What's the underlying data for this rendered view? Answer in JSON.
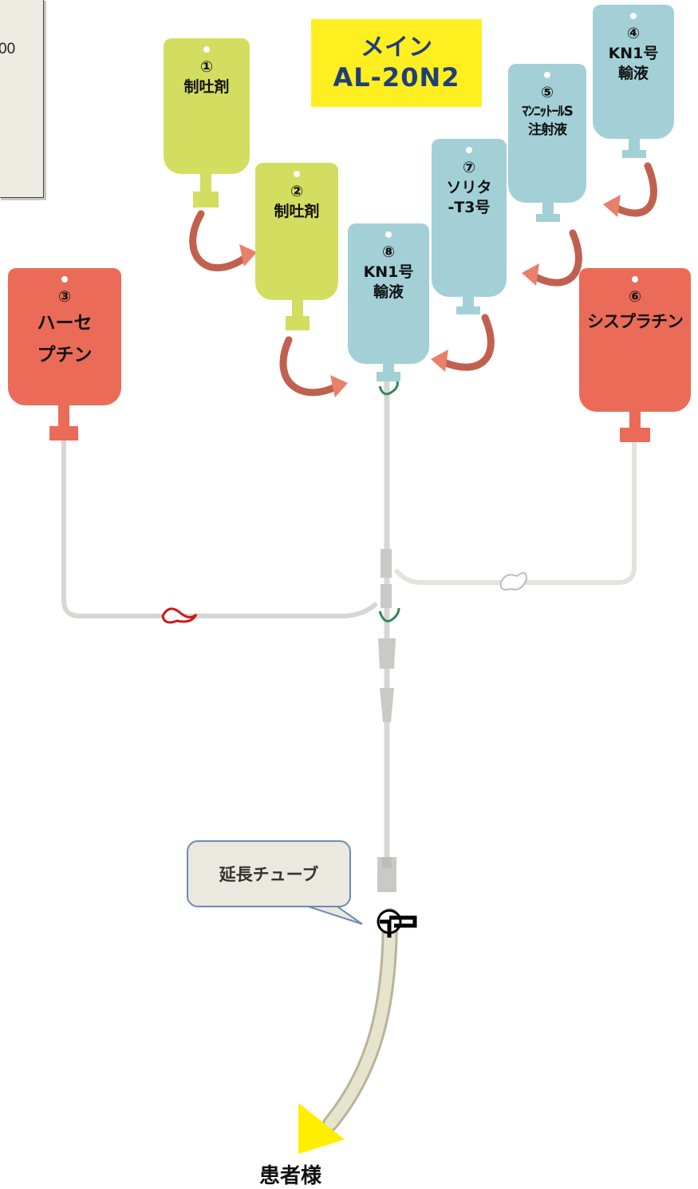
{
  "note_fragment": "00",
  "main_label": {
    "line1": "メイン",
    "line2": "AL-20N2"
  },
  "bags": [
    {
      "num": "①",
      "name": "制吐剤"
    },
    {
      "num": "②",
      "name": "制吐剤"
    },
    {
      "num": "③",
      "name": "ハーセ\nプチン"
    },
    {
      "num": "④",
      "name": "KN1号\n輸液"
    },
    {
      "num": "⑤",
      "name": "ﾏﾝﾆｯﾄｰﾙS\n注射液"
    },
    {
      "num": "⑥",
      "name": "シスプラチン"
    },
    {
      "num": "⑦",
      "name": "ソリタ\n-T3号"
    },
    {
      "num": "⑧",
      "name": "KN1号\n輸液"
    }
  ],
  "callout": "延長チューブ",
  "patient": "患者様",
  "colors": {
    "antiemetic": "#d3dd60",
    "infusion": "#a2d0d6",
    "chemo": "#ea6b57",
    "main_label_bg": "#ffef20",
    "main_label_text": "#1f3e7a",
    "arrow": "#c0614f",
    "tube": "#d6d6d3",
    "patient_arrow": "#ffee00"
  }
}
